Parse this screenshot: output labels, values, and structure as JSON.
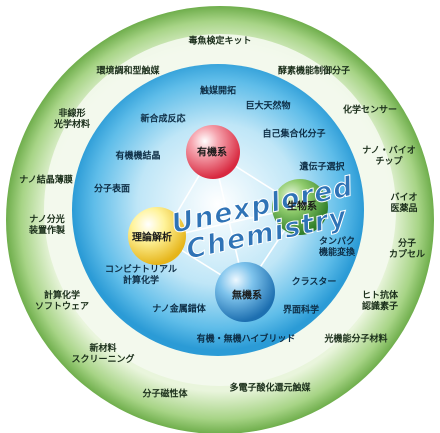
{
  "center": {
    "line1": "Unexplored",
    "line2": "Chemistry"
  },
  "spheres": {
    "organic": "有機系",
    "bio": "生物系",
    "theory": "理論解析",
    "inorganic": "無機系"
  },
  "outer_ring": {
    "top": "毒魚検定キット",
    "top_left": "環境調和型触媒",
    "top_right": "酵素機能制御分子",
    "left_upper": "非線形\n光学材料",
    "right_upper": "化学センサー",
    "right_nano_bio": "ナノ・バイオ\nチップ",
    "left_nano_crystal": "ナノ結晶薄膜",
    "right_bio_medicine": "バイオ\n医薬品",
    "left_nano_spectro": "ナノ分光\n装置作製",
    "right_molecular_capsule": "分子\nカプセル",
    "left_computational": "計算化学\nソフトウェア",
    "right_antibody": "ヒト抗体\n認識素子",
    "left_new_material": "新材料\nスクリーニング",
    "right_functional": "光機能分子材料",
    "bottom_left": "分子磁性体",
    "bottom_right": "多電子酸化還元触媒"
  },
  "inner_circle": {
    "catalysis_dev": "触媒開拓",
    "new_synthesis": "新合成反応",
    "giant_natural": "巨大天然物",
    "self_assembly": "自己集合化分子",
    "organic_crystal": "有機機結晶",
    "gene_selection": "遺伝子選択",
    "molecular_surface": "分子表面",
    "protein_function": "タンパク\n機能変換",
    "combinatorial": "コンビナトリアル\n計算化学",
    "cluster": "クラスター",
    "nano_metal": "ナノ金属錯体",
    "interface_science": "界面科学",
    "hybrid": "有機・無機ハイブリッド"
  },
  "colors": {
    "outer_ring": "#8cc36a",
    "inner_circle": "#45aee0",
    "organic_sphere": "#e8455a",
    "bio_sphere": "#4f9a3c",
    "theory_sphere": "#f2d23a",
    "inorganic_sphere": "#2a8ac8",
    "title_text": "#2f73b6"
  }
}
